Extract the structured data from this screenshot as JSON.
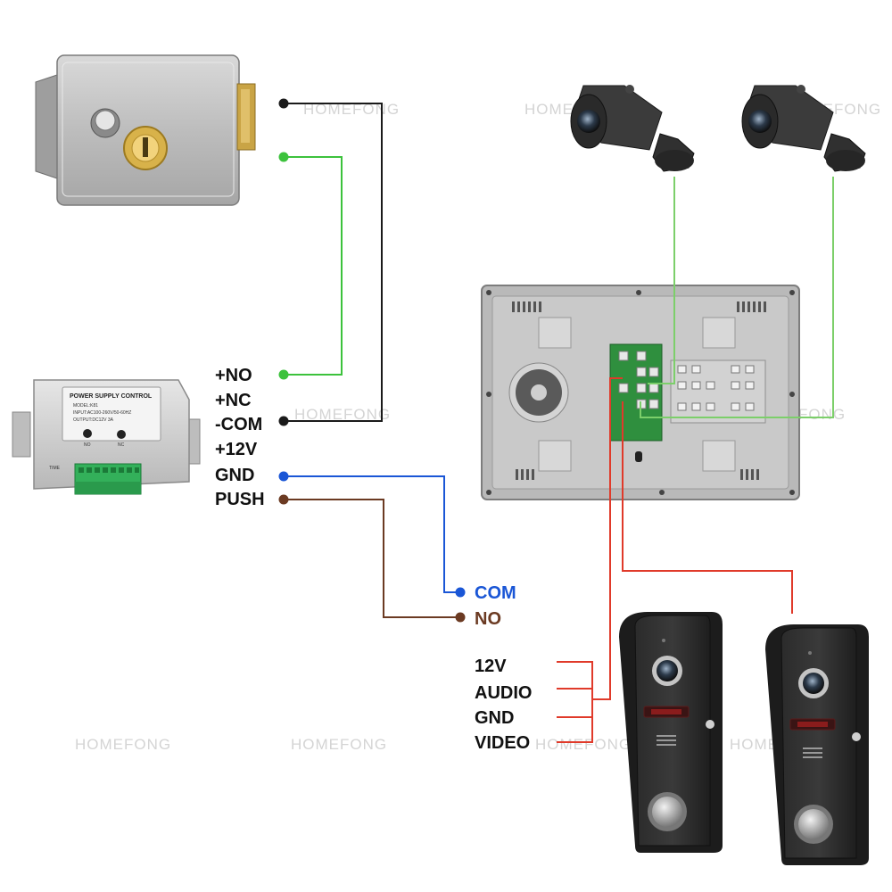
{
  "watermark": "HOMEFONG",
  "terminals": {
    "no": "+NO",
    "nc": "+NC",
    "com": "-COM",
    "v12": "+12V",
    "gnd": "GND",
    "push": "PUSH"
  },
  "exit_button": {
    "com": "COM",
    "no": "NO"
  },
  "doorbell_wires": {
    "v12": "12V",
    "audio": "AUDIO",
    "gnd": "GND",
    "video": "VIDEO"
  },
  "power_supply": {
    "title": "POWER SUPPLY CONTROL",
    "model": "MODEL:K81",
    "input": "INPUT:AC100-260V/50-60HZ",
    "output": "OUTPUT:DC12V 3A",
    "led_no": "NO",
    "led_nc": "NC",
    "time": "TIME"
  },
  "colors": {
    "black_wire": "#1a1a1a",
    "green_wire": "#3cc23c",
    "blue_wire": "#1a56d6",
    "brown_wire": "#6b3a22",
    "red_wire": "#e03a2a",
    "camera_wire": "#7ccf6a"
  },
  "icons": [
    "electric-lock-icon",
    "power-supply-icon",
    "cctv-camera-icon",
    "indoor-monitor-icon",
    "doorbell-camera-icon"
  ]
}
